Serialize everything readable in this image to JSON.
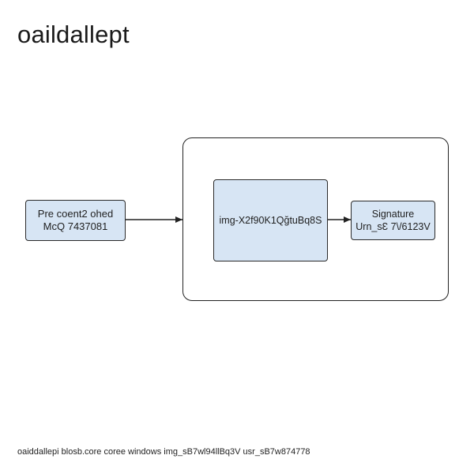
{
  "title": "oaildallept",
  "nodes": {
    "left": {
      "line1": "Pre coent2 ohed",
      "line2": "McQ 7437081"
    },
    "center": {
      "label": "img-X2f90K1QğtuBq8S"
    },
    "right": {
      "line1": "Signature",
      "line2": "Urn_sƐ 7\\/6123V"
    }
  },
  "footer": "oaiddallepi blosb.core coree windows img_sB7wl94llBq3V  usr_sB7w874778",
  "colors": {
    "node_fill": "#d7e5f4",
    "stroke": "#222222",
    "background": "#ffffff"
  }
}
